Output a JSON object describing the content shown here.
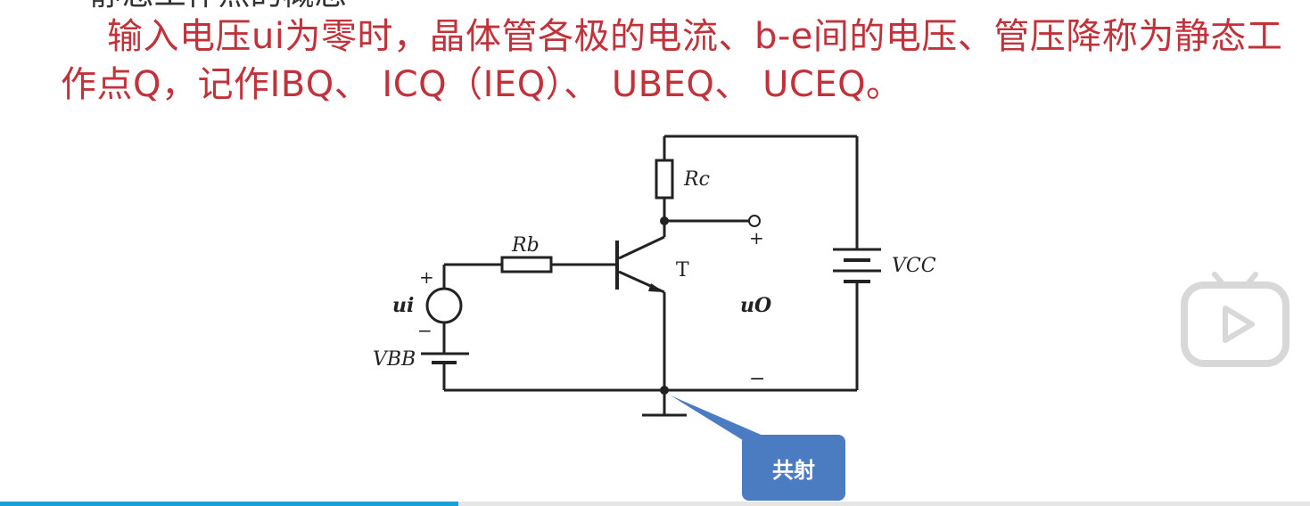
{
  "heading_partial": "• 静态工作点的概念",
  "body_text": "输入电压ui为零时，晶体管各极的电流、b-e间的电压、管压降称为静态工作点Q，记作IBQ、 ICQ（IEQ）、 UBEQ、 UCEQ。",
  "circuit": {
    "labels": {
      "rc": "Rc",
      "rb": "Rb",
      "transistor": "T",
      "vcc": "VCC",
      "ui": "ui",
      "vbb": "VBB",
      "uo": "uO",
      "plus_top": "+",
      "minus_bottom": "−",
      "plus_ui": "+",
      "minus_ui": "−"
    }
  },
  "callout": {
    "label": "共射",
    "color": "#4b7cc2"
  },
  "player": {
    "icon": "bilibili-play-icon",
    "progress": 0.35
  },
  "colors": {
    "text_red": "#c0333a",
    "accent_blue": "#1aa0d8"
  }
}
